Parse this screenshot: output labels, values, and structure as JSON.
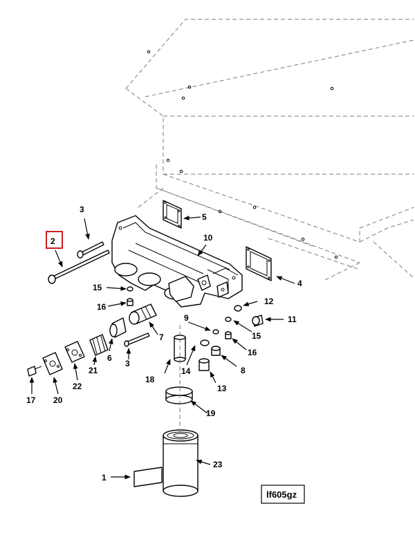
{
  "colors": {
    "highlight": "#cc1f1f",
    "ink": "#000000",
    "background": "#ffffff"
  },
  "figure_id": "lf605gz",
  "highlighted_callout": "2",
  "callouts": {
    "c1": "1",
    "c2": "2",
    "c3a": "3",
    "c3b": "3",
    "c4": "4",
    "c5": "5",
    "c6": "6",
    "c7": "7",
    "c8": "8",
    "c9": "9",
    "c10": "10",
    "c11": "11",
    "c12": "12",
    "c13": "13",
    "c14": "14",
    "c15a": "15",
    "c15b": "15",
    "c16a": "16",
    "c16b": "16",
    "c17": "17",
    "c18": "18",
    "c19": "19",
    "c20": "20",
    "c21": "21",
    "c22": "22",
    "c23": "23"
  }
}
